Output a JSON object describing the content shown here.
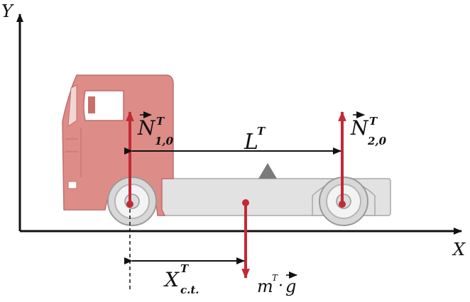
{
  "axes": {
    "x_label": "X",
    "y_label": "Y"
  },
  "labels": {
    "n1_main": "N",
    "n1_sup": "T",
    "n1_sub": "1,0",
    "n2_main": "N",
    "n2_sup": "T",
    "n2_sub": "2,0",
    "l_main": "L",
    "l_sup": "T",
    "x_main": "X",
    "x_sup": "T",
    "x_sub": "c.t.",
    "w_main": "m",
    "w_sup": "T",
    "w_dot": "·",
    "w_g": "g"
  },
  "colors": {
    "cab_fill": "#dd8c88",
    "cab_stroke": "#c06f6b",
    "frame_fill": "#e2e2e2",
    "frame_stroke": "#a8a8a8",
    "force_arrow": "#c22a36",
    "black": "#111111"
  }
}
